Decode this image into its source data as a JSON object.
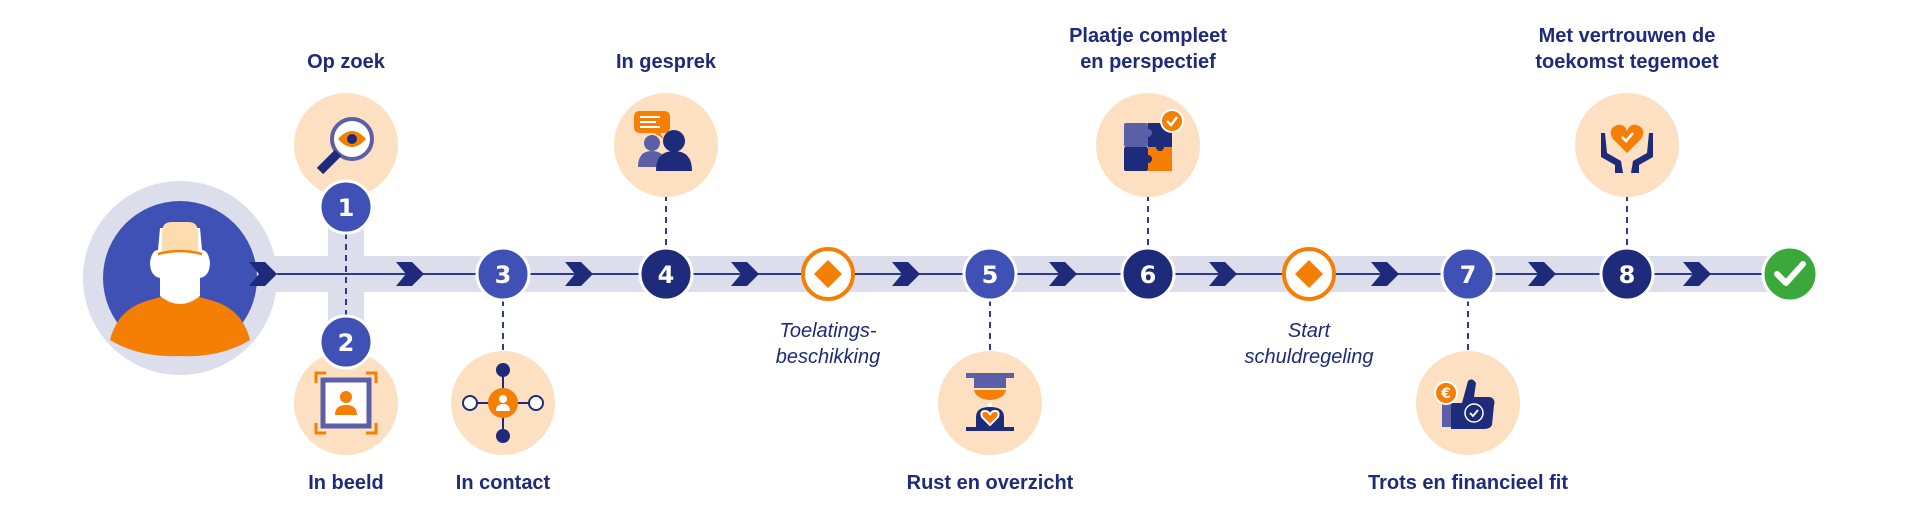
{
  "diagram": {
    "type": "customer-journey-timeline",
    "colors": {
      "track": "#dcdeec",
      "line": "#2b3a9a",
      "step_light": "#3f51b5",
      "step_dark": "#1e2a7a",
      "icon_bg": "#fde0c2",
      "accent_orange": "#f57f05",
      "success_green": "#3aa83a",
      "label_text": "#1e2a7a"
    },
    "start": {
      "icon": "person-avatar-icon"
    },
    "steps": [
      {
        "number": "1",
        "label_lines": [
          "Op zoek"
        ],
        "icon": "magnifier-eye-icon",
        "side": "top",
        "tone": "light"
      },
      {
        "number": "2",
        "label_lines": [
          "In beeld"
        ],
        "icon": "framed-person-icon",
        "side": "bottom",
        "tone": "light"
      },
      {
        "number": "3",
        "label_lines": [
          "In contact"
        ],
        "icon": "network-person-icon",
        "side": "bottom",
        "tone": "light"
      },
      {
        "number": "4",
        "label_lines": [
          "In gesprek"
        ],
        "icon": "conversation-icon",
        "side": "top",
        "tone": "dark"
      },
      {
        "number": "5",
        "label_lines": [
          "Rust en overzicht"
        ],
        "icon": "hourglass-heart-icon",
        "side": "bottom",
        "tone": "light"
      },
      {
        "number": "6",
        "label_lines": [
          "Plaatje compleet",
          "en perspectief"
        ],
        "icon": "puzzle-check-icon",
        "side": "top",
        "tone": "dark"
      },
      {
        "number": "7",
        "label_lines": [
          "Trots en financieel fit"
        ],
        "icon": "thumbs-up-euro-icon",
        "side": "bottom",
        "tone": "light"
      },
      {
        "number": "8",
        "label_lines": [
          "Met vertrouwen de",
          "toekomst tegemoet"
        ],
        "icon": "hands-heart-icon",
        "side": "top",
        "tone": "dark"
      }
    ],
    "milestones": [
      {
        "label_lines": [
          "Toelatings-",
          "beschikking"
        ],
        "icon": "diamond-icon"
      },
      {
        "label_lines": [
          "Start",
          "schuldregeling"
        ],
        "icon": "diamond-icon"
      }
    ],
    "end": {
      "icon": "checkmark-icon"
    }
  }
}
